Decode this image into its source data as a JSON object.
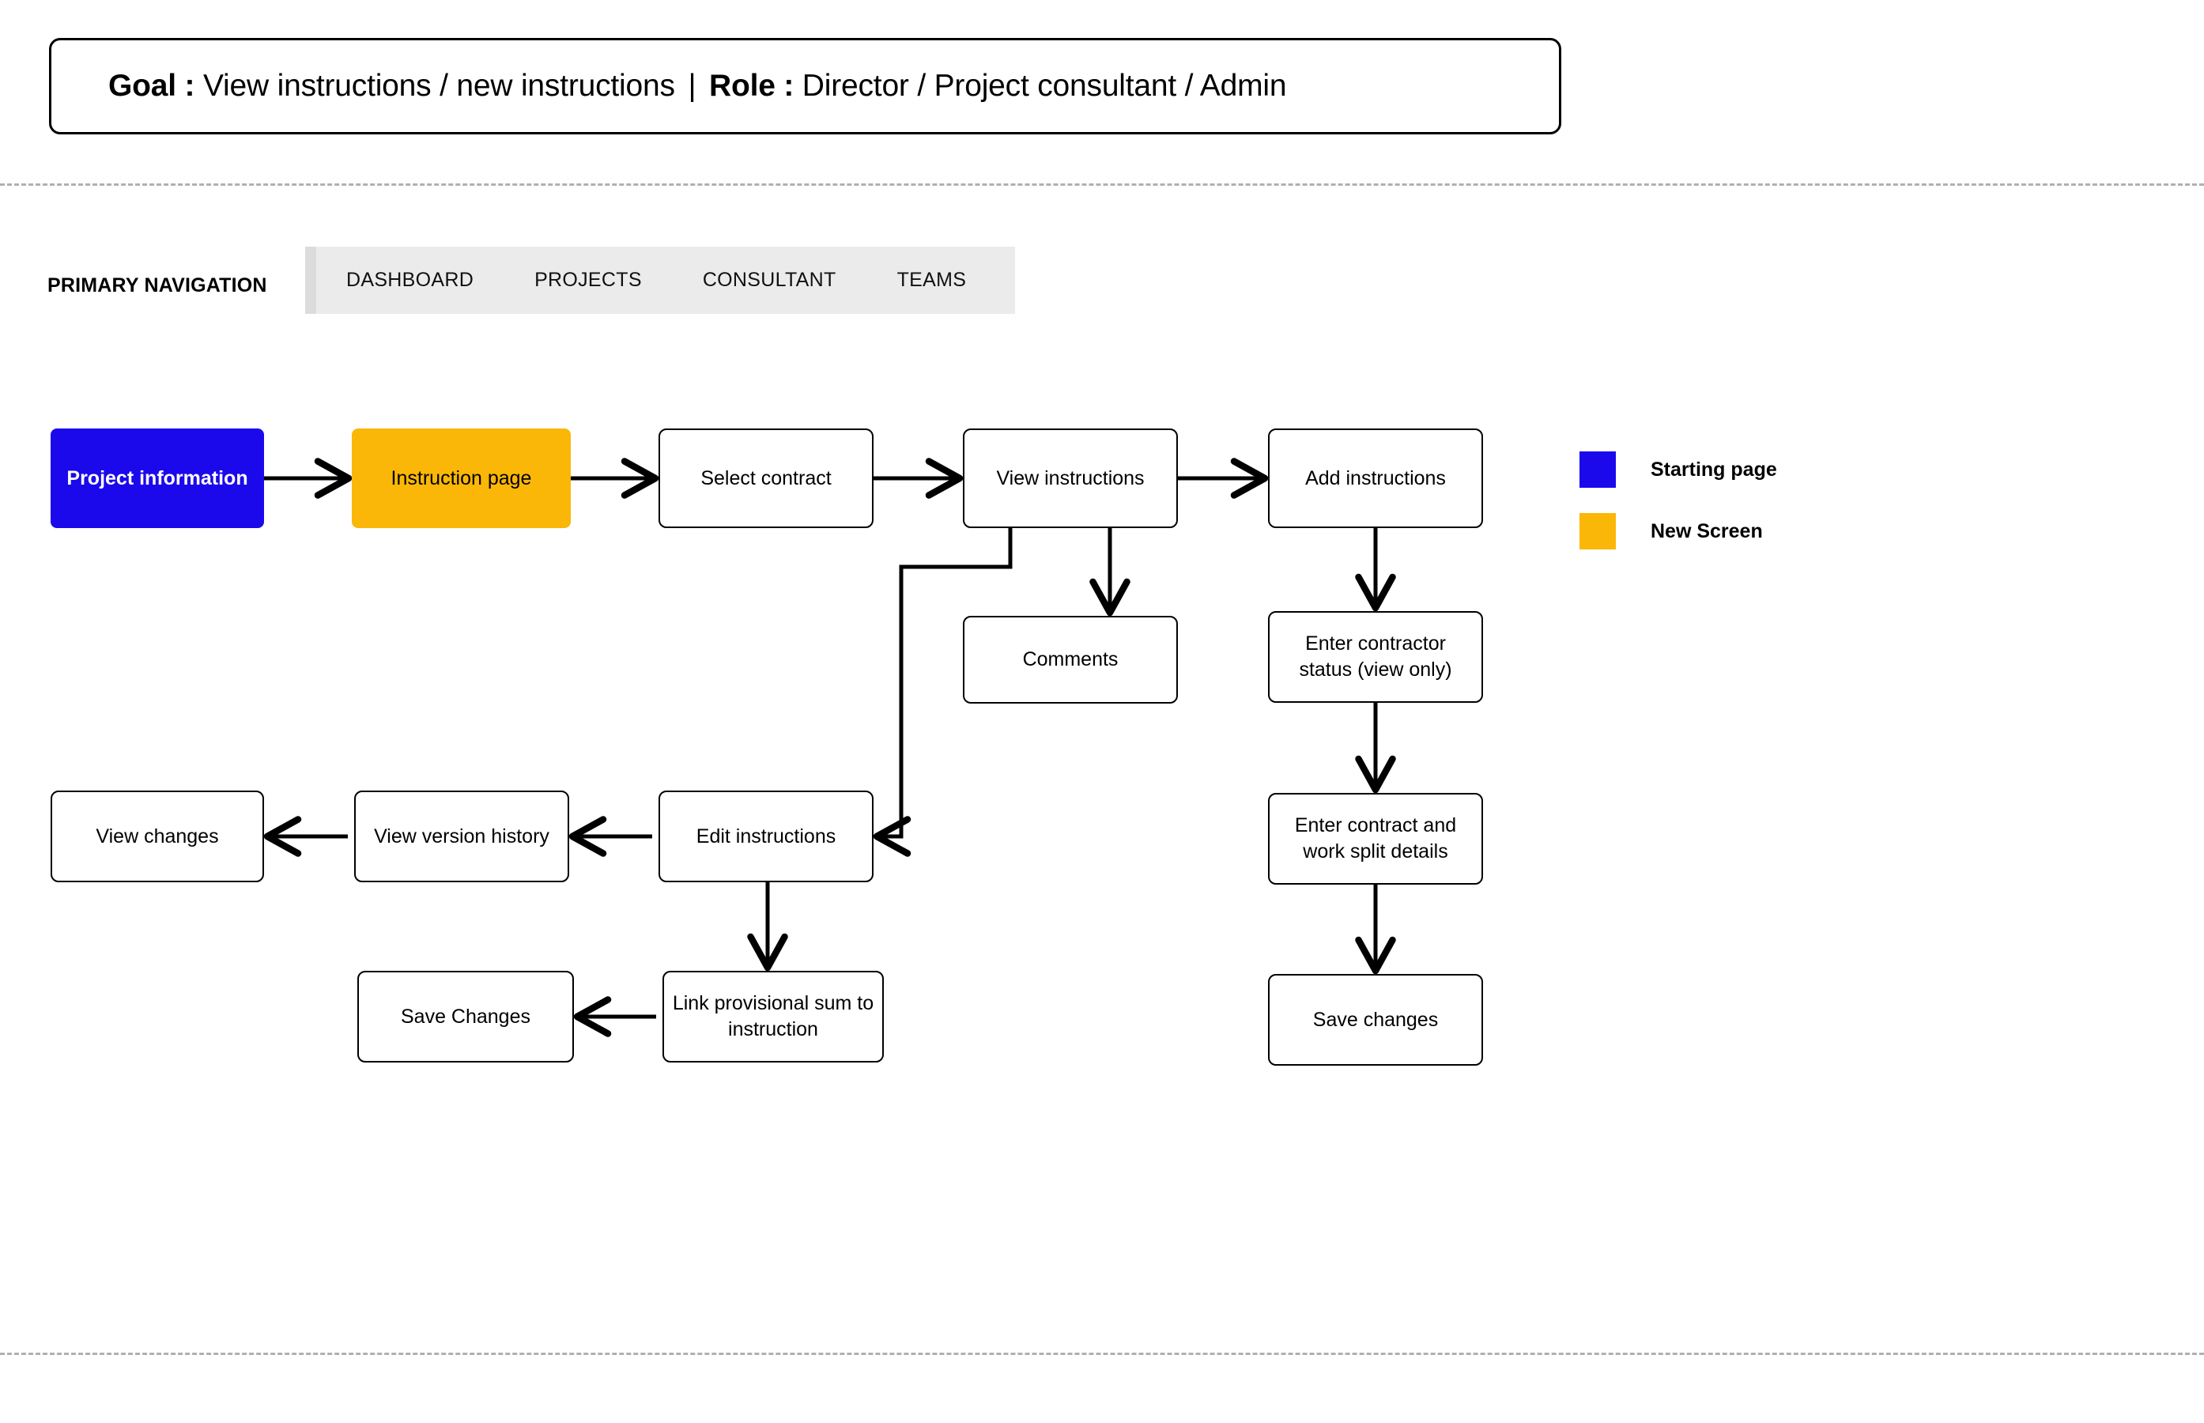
{
  "header": {
    "goal_label": "Goal :",
    "goal_value": "View instructions / new instructions",
    "divider": "|",
    "role_label": "Role :",
    "role_value": "Director / Project consultant / Admin"
  },
  "navigation": {
    "section_label": "PRIMARY NAVIGATION",
    "items": [
      {
        "label": "DASHBOARD"
      },
      {
        "label": "PROJECTS"
      },
      {
        "label": "CONSULTANT"
      },
      {
        "label": "TEAMS"
      }
    ]
  },
  "legend": {
    "items": [
      {
        "label": "Starting page",
        "color": "#1b09ec"
      },
      {
        "label": "New Screen",
        "color": "#fbb707"
      }
    ]
  },
  "flow": {
    "nodes": {
      "project_information": {
        "label": "Project information",
        "type": "starting-page",
        "color": "#1b09ec"
      },
      "instruction_page": {
        "label": "Instruction page",
        "type": "new-screen",
        "color": "#fbb707"
      },
      "select_contract": {
        "label": "Select contract",
        "type": "screen"
      },
      "view_instructions": {
        "label": "View instructions",
        "type": "screen"
      },
      "add_instructions": {
        "label": "Add instructions",
        "type": "screen"
      },
      "comments": {
        "label": "Comments",
        "type": "screen"
      },
      "contractor_status": {
        "label": "Enter contractor status (view only)",
        "type": "screen"
      },
      "contract_split": {
        "label": "Enter contract and work split details",
        "type": "screen"
      },
      "save_changes_right": {
        "label": "Save changes",
        "type": "screen"
      },
      "view_changes": {
        "label": "View changes",
        "type": "screen"
      },
      "view_version_history": {
        "label": "View version history",
        "type": "screen"
      },
      "edit_instructions": {
        "label": "Edit instructions",
        "type": "screen"
      },
      "save_changes_left": {
        "label": "Save Changes",
        "type": "screen"
      },
      "link_provisional_sum": {
        "label": "Link provisional sum to instruction",
        "type": "screen"
      }
    },
    "edges": [
      {
        "from": "project_information",
        "to": "instruction_page"
      },
      {
        "from": "instruction_page",
        "to": "select_contract"
      },
      {
        "from": "select_contract",
        "to": "view_instructions"
      },
      {
        "from": "view_instructions",
        "to": "add_instructions"
      },
      {
        "from": "view_instructions",
        "to": "comments"
      },
      {
        "from": "view_instructions",
        "to": "edit_instructions"
      },
      {
        "from": "add_instructions",
        "to": "contractor_status"
      },
      {
        "from": "contractor_status",
        "to": "contract_split"
      },
      {
        "from": "contract_split",
        "to": "save_changes_right"
      },
      {
        "from": "edit_instructions",
        "to": "view_version_history"
      },
      {
        "from": "view_version_history",
        "to": "view_changes"
      },
      {
        "from": "edit_instructions",
        "to": "link_provisional_sum"
      },
      {
        "from": "link_provisional_sum",
        "to": "save_changes_left"
      }
    ]
  }
}
